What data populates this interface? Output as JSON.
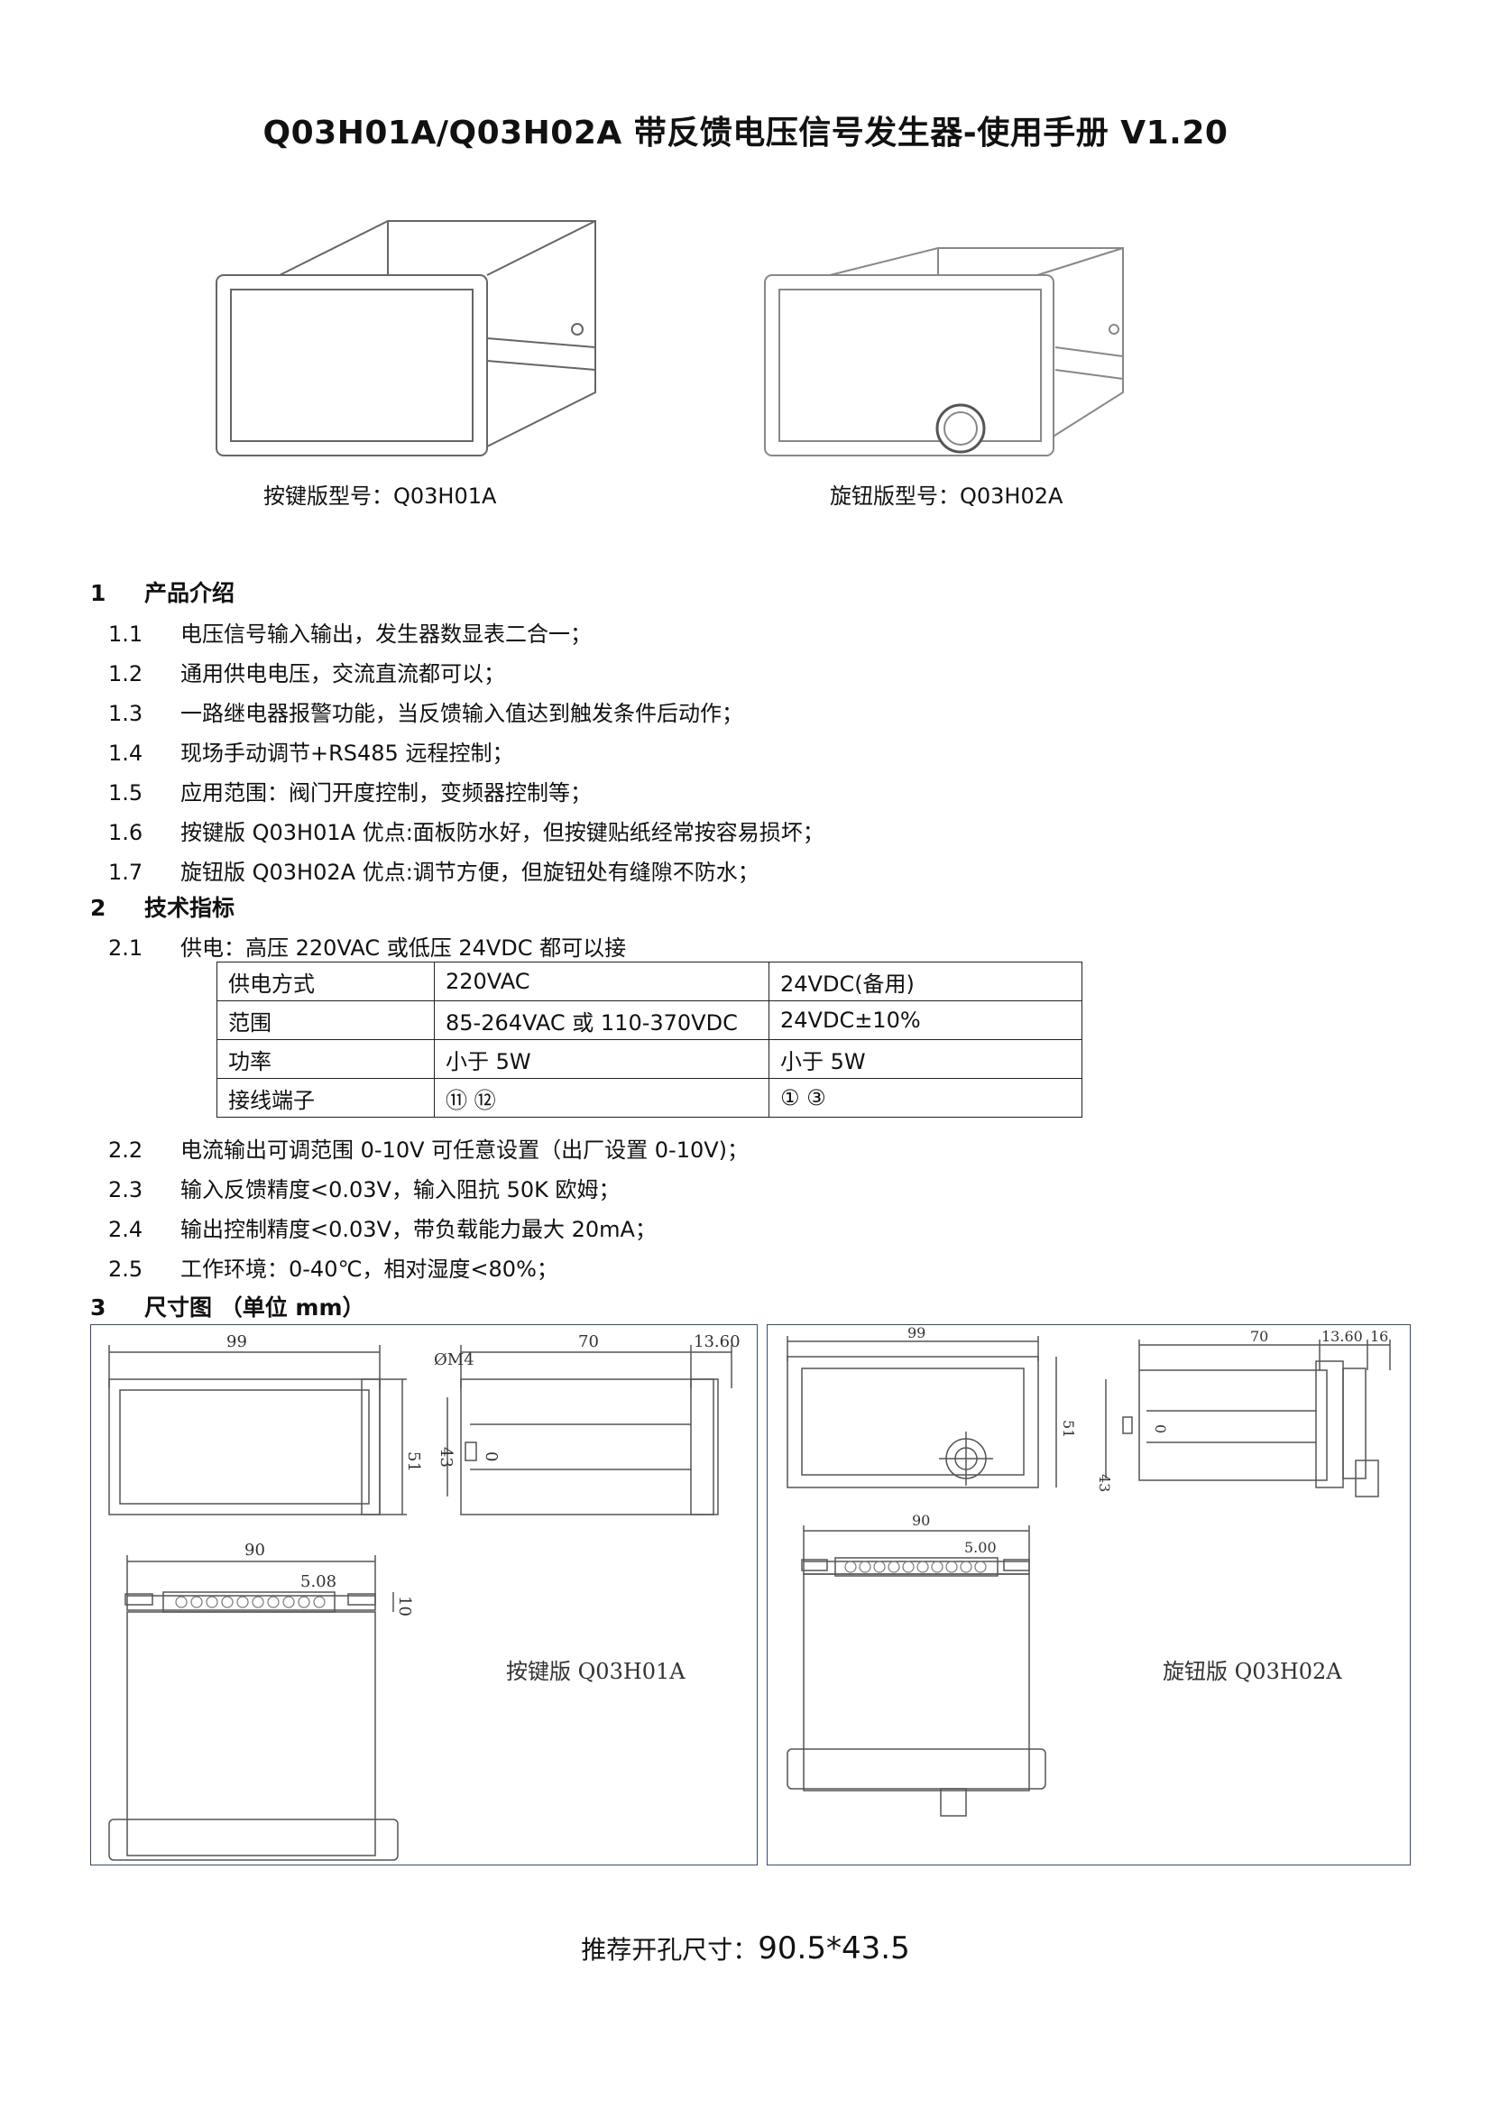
{
  "title": "Q03H01A/Q03H02A 带反馈电压信号发生器-使用手册  V1.20",
  "photos": {
    "left_caption": "按键版型号：Q03H01A",
    "right_caption": "旋钮版型号：Q03H02A"
  },
  "section1": {
    "num": "1",
    "heading": "产品介绍",
    "items": [
      {
        "num": "1.1",
        "text": "电压信号输入输出，发生器数显表二合一；"
      },
      {
        "num": "1.2",
        "text": "通用供电电压，交流直流都可以；"
      },
      {
        "num": "1.3",
        "text": "一路继电器报警功能，当反馈输入值达到触发条件后动作；"
      },
      {
        "num": "1.4",
        "text": "现场手动调节+RS485 远程控制；"
      },
      {
        "num": "1.5",
        "text": "应用范围：阀门开度控制，变频器控制等；"
      },
      {
        "num": "1.6",
        "text": "按键版 Q03H01A 优点:面板防水好，但按键贴纸经常按容易损坏；"
      },
      {
        "num": "1.7",
        "text": "旋钮版 Q03H02A 优点:调节方便，但旋钮处有缝隙不防水；"
      }
    ]
  },
  "section2": {
    "num": "2",
    "heading": "技术指标",
    "item_21": {
      "num": "2.1",
      "text": "供电：高压 220VAC 或低压 24VDC 都可以接"
    },
    "table": [
      [
        "供电方式",
        "220VAC",
        "24VDC(备用)"
      ],
      [
        "范围",
        "85-264VAC 或 110-370VDC",
        "24VDC±10%"
      ],
      [
        "功率",
        "小于 5W",
        "小于 5W"
      ],
      [
        "接线端子",
        "⑪ ⑫",
        "①  ③"
      ]
    ],
    "items": [
      {
        "num": "2.2",
        "text": "电流输出可调范围 0-10V 可任意设置（出厂设置 0-10V)；"
      },
      {
        "num": "2.3",
        "text": "输入反馈精度<0.03V，输入阻抗 50K 欧姆；"
      },
      {
        "num": "2.4",
        "text": "输出控制精度<0.03V，带负载能力最大 20mA；"
      },
      {
        "num": "2.5",
        "text": "工作环境：0-40℃，相对湿度<80%；"
      }
    ]
  },
  "section3": {
    "num": "3",
    "heading": "尺寸图 （单位 mm）",
    "left": {
      "label": "按键版 Q03H01A",
      "dims": {
        "front_w": "99",
        "front_h": "51",
        "side_depth": "70",
        "side_bezel": "13.60",
        "side_h": "43",
        "hole": "ØM4",
        "side_mark": "0",
        "top_w": "90",
        "pitch": "5.08",
        "top_h": "10"
      }
    },
    "right": {
      "label": "旋钮版 Q03H02A",
      "dims": {
        "front_w": "99",
        "front_h": "51",
        "side_depth": "70",
        "side_bezel": "13.60",
        "knob": "16",
        "side_h": "43",
        "side_mark": "0",
        "top_w": "90",
        "pitch": "5.00"
      }
    }
  },
  "cutout": {
    "label": "推荐开孔尺寸：",
    "value": "90.5*43.5"
  }
}
